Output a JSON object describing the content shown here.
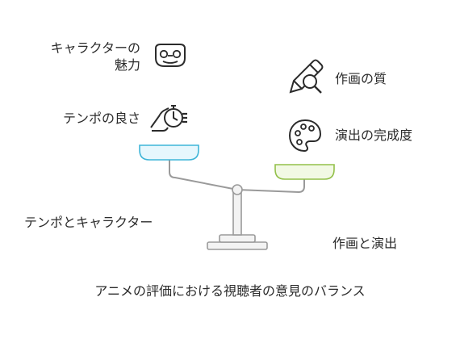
{
  "diagram": {
    "caption": "アニメの評価における視聴者の意見のバランス",
    "left_side": {
      "summary": "テンポとキャラクター",
      "items": [
        {
          "label_line1": "キャラクターの",
          "label_line2": "魅力",
          "icon": "mask-face-icon"
        },
        {
          "label": "テンポの良さ",
          "icon": "hand-stopwatch-icon"
        }
      ],
      "pan_color": "#3fb5d8",
      "pan_fill": "#e6f7fd"
    },
    "right_side": {
      "summary": "作画と演出",
      "items": [
        {
          "label": "作画の質",
          "icon": "pencil-magnifier-icon"
        },
        {
          "label": "演出の完成度",
          "icon": "palette-icon"
        }
      ],
      "pan_color": "#93c04a",
      "pan_fill": "#f2f9e4"
    },
    "scale_color": "#9a9a9a"
  }
}
